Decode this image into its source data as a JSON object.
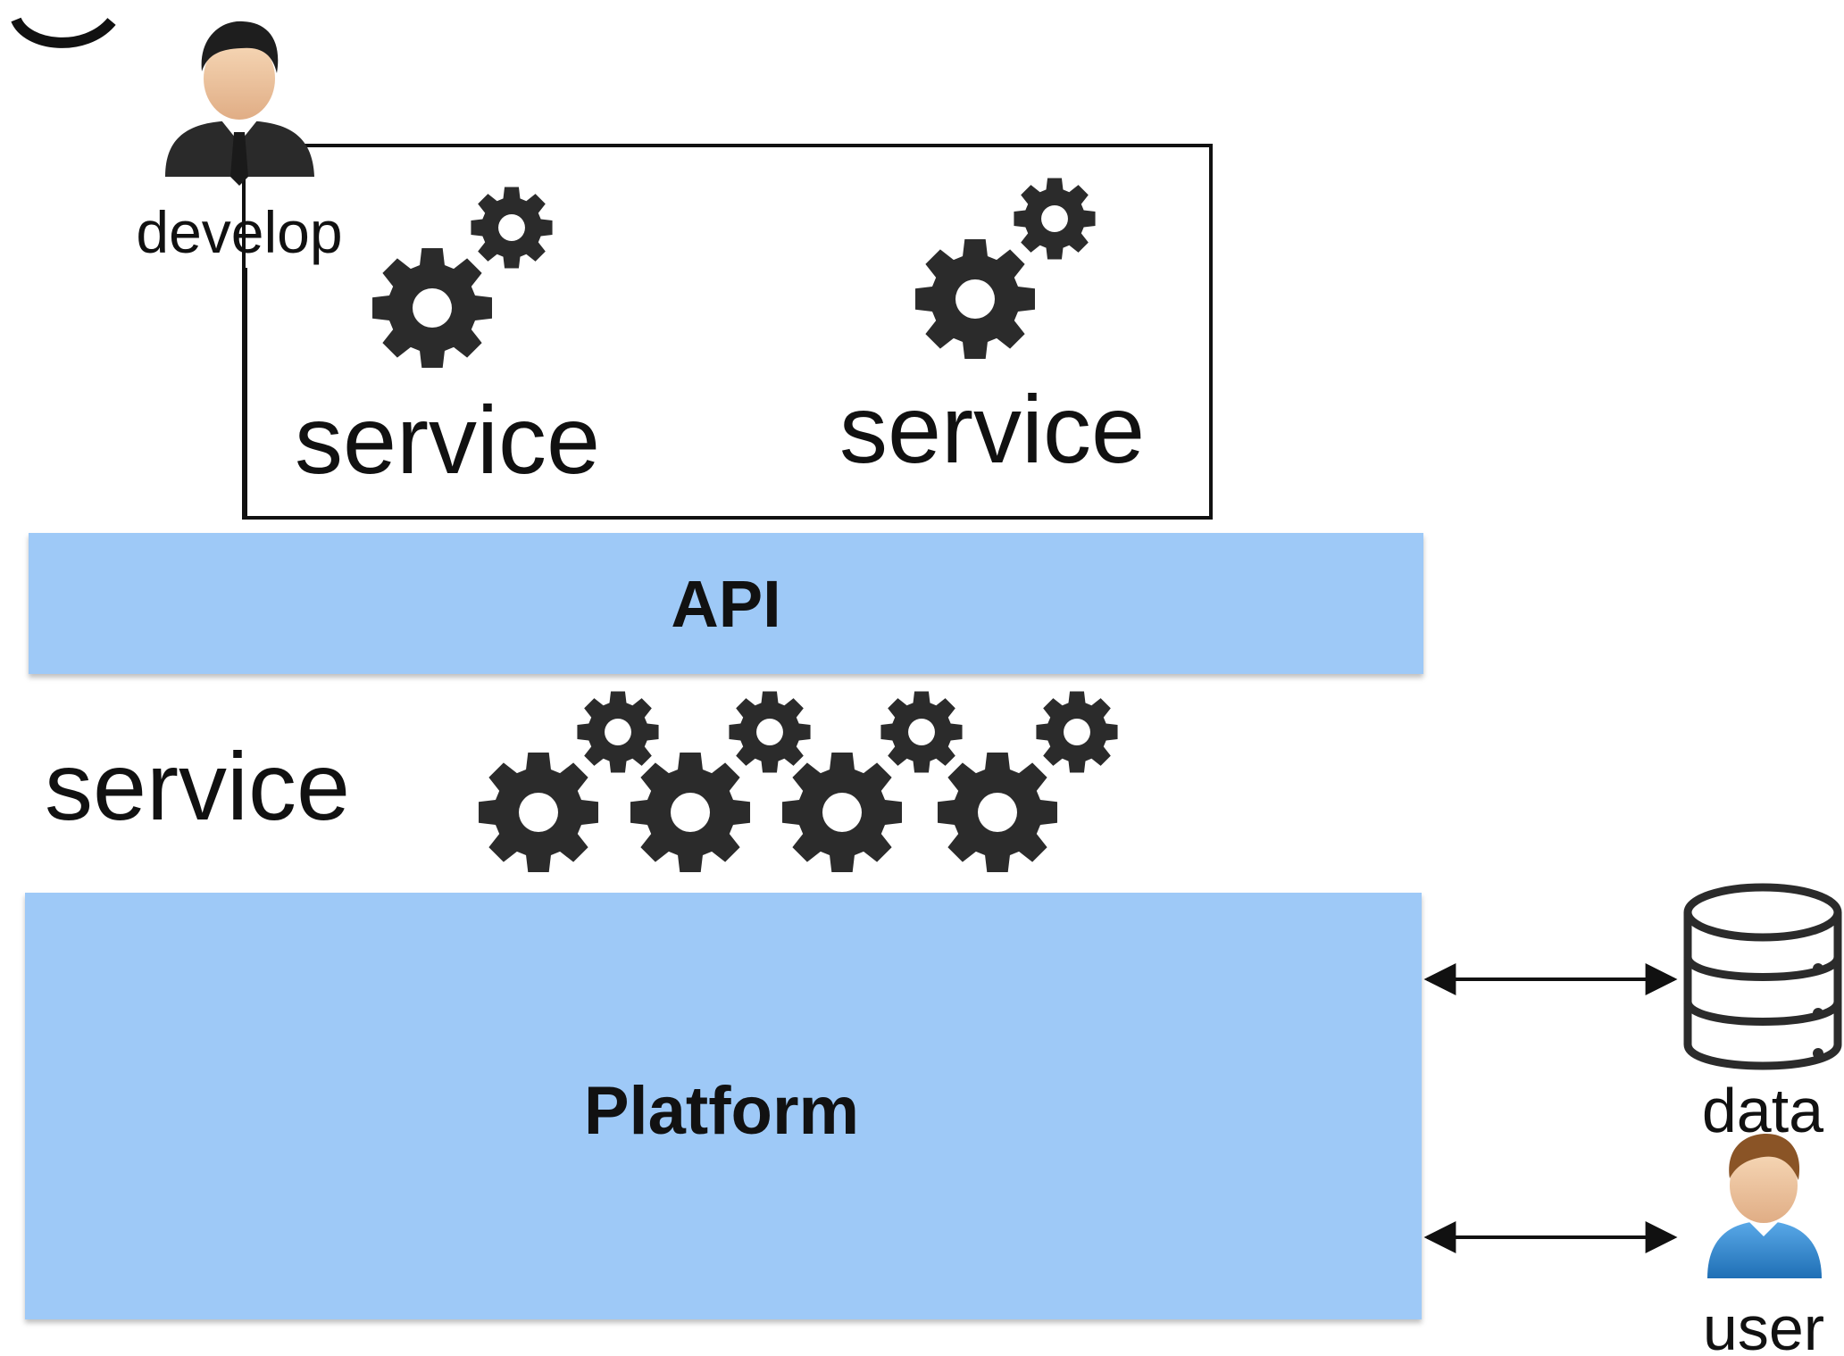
{
  "developer": {
    "label": "develop",
    "icon": "businessman-icon"
  },
  "developer_services": {
    "service_left_label": "service",
    "service_right_label": "service",
    "icon": "gears-icon"
  },
  "api_layer": {
    "label": "API",
    "color": "#9ec9f7"
  },
  "platform_services": {
    "label": "service",
    "icon": "gears-icon",
    "gear_group_count": 4
  },
  "platform": {
    "label": "Platform",
    "color": "#9ec9f7"
  },
  "data_store": {
    "label": "data",
    "icon": "database-icon"
  },
  "end_user": {
    "label": "user",
    "icon": "user-icon"
  },
  "colors": {
    "gear": "#2b2b2b",
    "line": "#111111",
    "box_fill": "#9ec9f7"
  }
}
